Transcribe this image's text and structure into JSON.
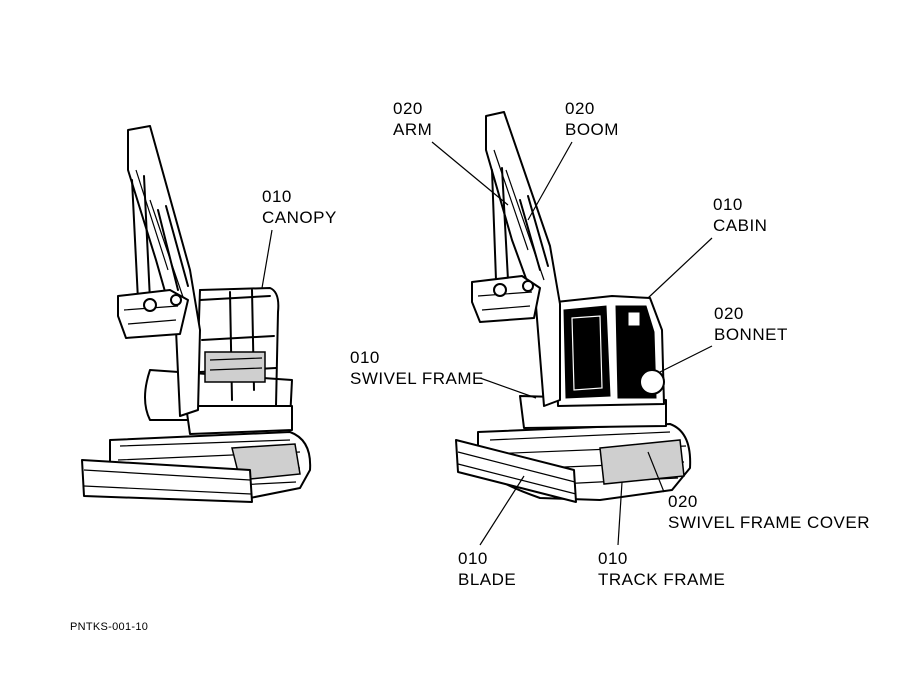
{
  "labels": {
    "canopy": {
      "code": "010",
      "name": "CANOPY"
    },
    "arm": {
      "code": "020",
      "name": "ARM"
    },
    "boom": {
      "code": "020",
      "name": "BOOM"
    },
    "cabin": {
      "code": "010",
      "name": "CABIN"
    },
    "bonnet": {
      "code": "020",
      "name": "BONNET"
    },
    "swivel_frame": {
      "code": "010",
      "name": "SWIVEL  FRAME"
    },
    "swivel_frame_cover": {
      "code": "020",
      "name": "SWIVEL  FRAME  COVER"
    },
    "blade": {
      "code": "010",
      "name": "BLADE"
    },
    "track_frame": {
      "code": "010",
      "name": "TRACK  FRAME"
    }
  },
  "figure_id": "PNTKS-001-10"
}
